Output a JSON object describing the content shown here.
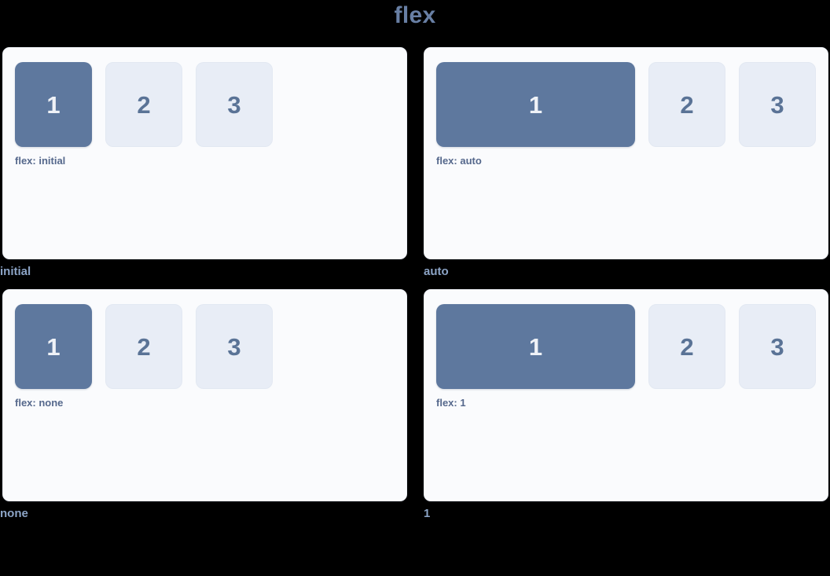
{
  "page": {
    "title": "flex",
    "background": "#000000",
    "title_color": "#687FA4"
  },
  "colors": {
    "panel_bg": "#FAFBFD",
    "primary_box": "#5E789E",
    "primary_box_text": "#EFF2F7",
    "plain_box": "#E8EDF6",
    "plain_box_text": "#5A7396",
    "caption": "#55688C",
    "label": "#8CA4C6"
  },
  "box_labels": {
    "one": "1",
    "two": "2",
    "three": "3"
  },
  "demos": [
    {
      "key": "initial",
      "caption": "flex: initial",
      "label": "initial",
      "flex_value": "initial"
    },
    {
      "key": "auto",
      "caption": "flex: auto",
      "label": "auto",
      "flex_value": "auto"
    },
    {
      "key": "none",
      "caption": "flex: none",
      "label": "none",
      "flex_value": "none"
    },
    {
      "key": "one",
      "caption": "flex: 1",
      "label": "1",
      "flex_value": "1"
    }
  ]
}
